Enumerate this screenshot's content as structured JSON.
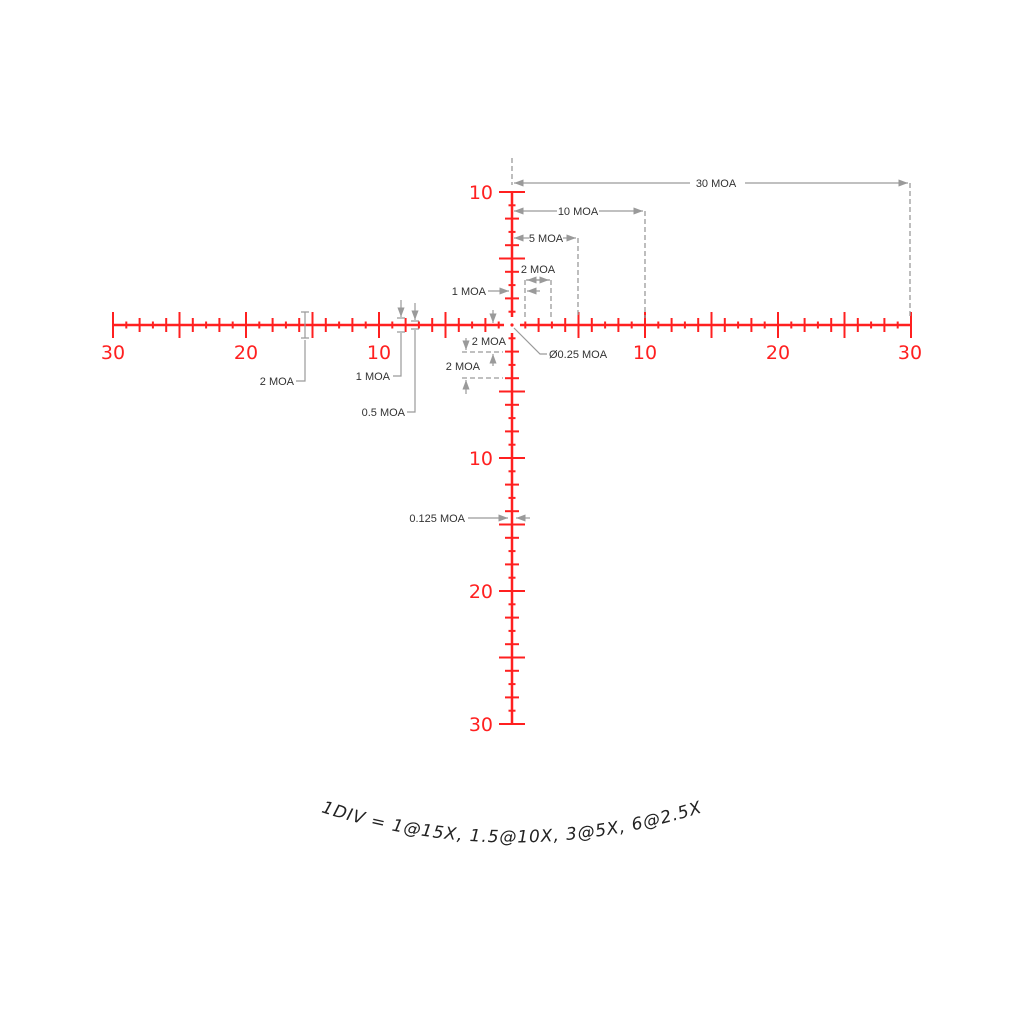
{
  "reticle": {
    "color": "#ff2020",
    "annotation_color": "#9a9a9a",
    "horizontal_range": [
      -30,
      30
    ],
    "vertical_range": [
      -10,
      30
    ],
    "tick_step": 1,
    "labels": {
      "h_left_30": "30",
      "h_left_20": "20",
      "h_left_10": "10",
      "h_right_10": "10",
      "h_right_20": "20",
      "h_right_30": "30",
      "v_up_10": "10",
      "v_down_10": "10",
      "v_down_20": "20",
      "v_down_30": "30"
    }
  },
  "annotations": {
    "moa30": "30 MOA",
    "moa10": "10 MOA",
    "moa5": "5 MOA",
    "moa2_top": "2 MOA",
    "moa1_top": "1 MOA",
    "dot": "Ø0.25 MOA",
    "moa2_below_a": "2 MOA",
    "moa2_below_b": "2 MOA",
    "moa2_left": "2 MOA",
    "moa1_left": "1 MOA",
    "moa05_left": "0.5 MOA",
    "moa0125": "0.125 MOA"
  },
  "footer": {
    "division_note": "1DIV = 1@15X, 1.5@10X, 3@5X, 6@2.5X"
  }
}
